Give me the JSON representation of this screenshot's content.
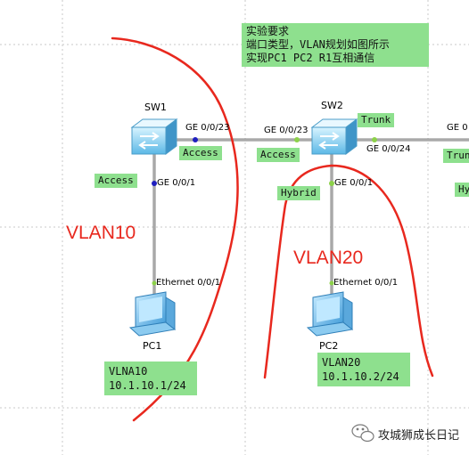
{
  "note": {
    "line1": "实验要求",
    "line2": "端口类型，VLAN规划如图所示",
    "line3": "实现PC1 PC2 R1互相通信"
  },
  "devices": {
    "sw1": "SW1",
    "sw2": "SW2",
    "pc1": "PC1",
    "pc2": "PC2"
  },
  "ports": {
    "sw1_ge23": "GE 0/0/23",
    "sw2_ge23": "GE 0/0/23",
    "sw2_ge24": "GE 0/0/24",
    "sw1_ge1": "GE 0/0/1",
    "sw2_ge1": "GE 0/0/1",
    "pc1_eth": "Ethernet 0/0/1",
    "pc2_eth": "Ethernet 0/0/1",
    "edge_ge": "GE 0"
  },
  "tags": {
    "sw1_access_trunkside": "Access",
    "sw2_access_trunkside": "Access",
    "sw1_access_pcside": "Access",
    "sw2_hybrid": "Hybrid",
    "sw2_trunk": "Trunk",
    "edge_trunk": "Trun",
    "edge_hy": "Hy"
  },
  "vlans": {
    "left": "VLAN10",
    "right": "VLAN20"
  },
  "pc1_info": {
    "vlan": "VLNA10",
    "ip": "10.1.10.1/24"
  },
  "pc2_info": {
    "vlan": "VLAN20",
    "ip": "10.1.10.2/24"
  },
  "watermark": {
    "text": "攻城狮成长日记",
    "icon": "wechat-icon"
  },
  "colors": {
    "tag_bg": "#8ee08e",
    "annotation_red": "#e8281e",
    "link": "#808080"
  }
}
